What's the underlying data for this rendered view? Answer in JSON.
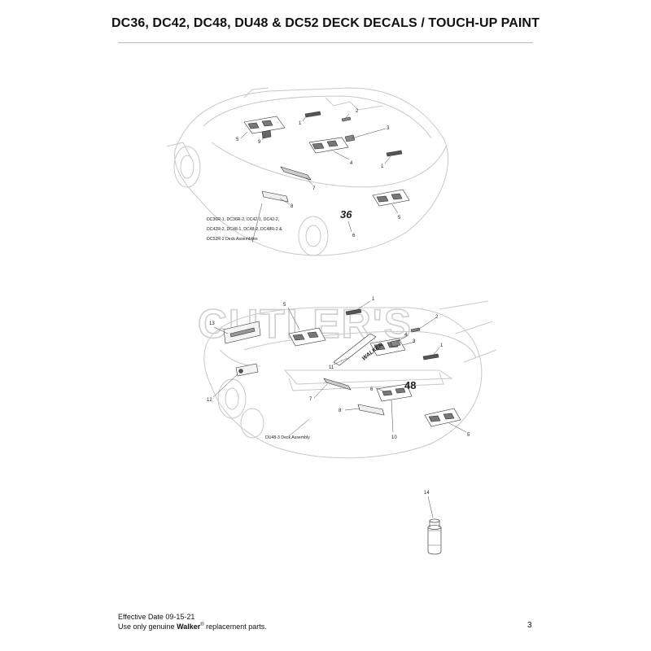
{
  "page_title": "DC36, DC42, DC48, DU48 & DC52 DECK DECALS / TOUCH-UP PAINT",
  "watermark": "CUTLER'S",
  "deck_marks": {
    "top": "36",
    "bottom": "48",
    "brand": "WALKER"
  },
  "diagram_top": {
    "caption_lines": [
      "DC36R-1, DC36R-2, DC42-1, DC42-2,",
      "DC42R-2, DC48-1, DC48-2, DC48R-2 &",
      "DC52R-2 Deck Assemblies"
    ],
    "callouts": [
      "1",
      "2",
      "5",
      "9",
      "3",
      "4",
      "1",
      "7",
      "8",
      "5",
      "6"
    ]
  },
  "diagram_bottom": {
    "caption": "DU48-3 Deck Assembly",
    "callouts": [
      "13",
      "5",
      "1",
      "2",
      "4",
      "3",
      "1",
      "11",
      "12",
      "6",
      "7",
      "8",
      "10",
      "5"
    ]
  },
  "paint_callout": "14",
  "footer": {
    "effective": "Effective Date 09-15-21",
    "parts_prefix": "Use only genuine ",
    "brand": "Walker",
    "reg": "®",
    "parts_suffix": " replacement parts."
  },
  "page_number": "3"
}
